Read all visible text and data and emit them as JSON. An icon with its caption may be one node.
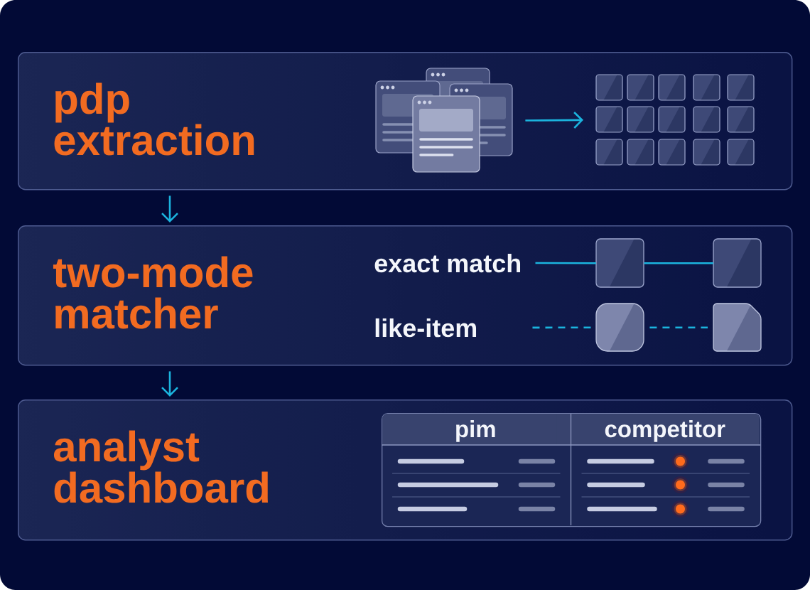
{
  "diagram": {
    "nodes": [
      {
        "text": [
          "pdp extraction"
        ]
      },
      {
        "text": [],
        "shape": "picture",
        "in": 0
      },
      {
        "text": [],
        "shape": "picture",
        "in": 0
      },
      {
        "text": [
          "two-mode matcher"
        ]
      },
      {
        "text": [
          "exact match"
        ],
        "in": 3
      },
      {
        "text": [],
        "shape": "box",
        "in": 3
      },
      {
        "text": [],
        "shape": "box",
        "in": 3
      },
      {
        "text": [
          "like-item"
        ],
        "in": 3
      },
      {
        "text": [],
        "shape": "rounded",
        "in": 3
      },
      {
        "text": [],
        "shape": "note",
        "in": 3
      },
      {
        "text": [
          "analyst dashboard"
        ]
      },
      {
        "text": [
          "pim",
          "competitor"
        ],
        "in": 10
      }
    ],
    "edges": [
      {
        "from": 0,
        "to": 3,
        "arrow": "to"
      },
      {
        "from": 3,
        "to": 10,
        "arrow": "to"
      },
      {
        "from": 1,
        "to": 2,
        "arrow": "to"
      },
      {
        "from": 4,
        "to": 5,
        "arrow": "none"
      },
      {
        "from": 5,
        "to": 6,
        "arrow": "none"
      },
      {
        "from": 7,
        "to": 8,
        "arrow": "none",
        "style": "dashed"
      },
      {
        "from": 8,
        "to": 9,
        "arrow": "none",
        "style": "dashed"
      }
    ]
  }
}
